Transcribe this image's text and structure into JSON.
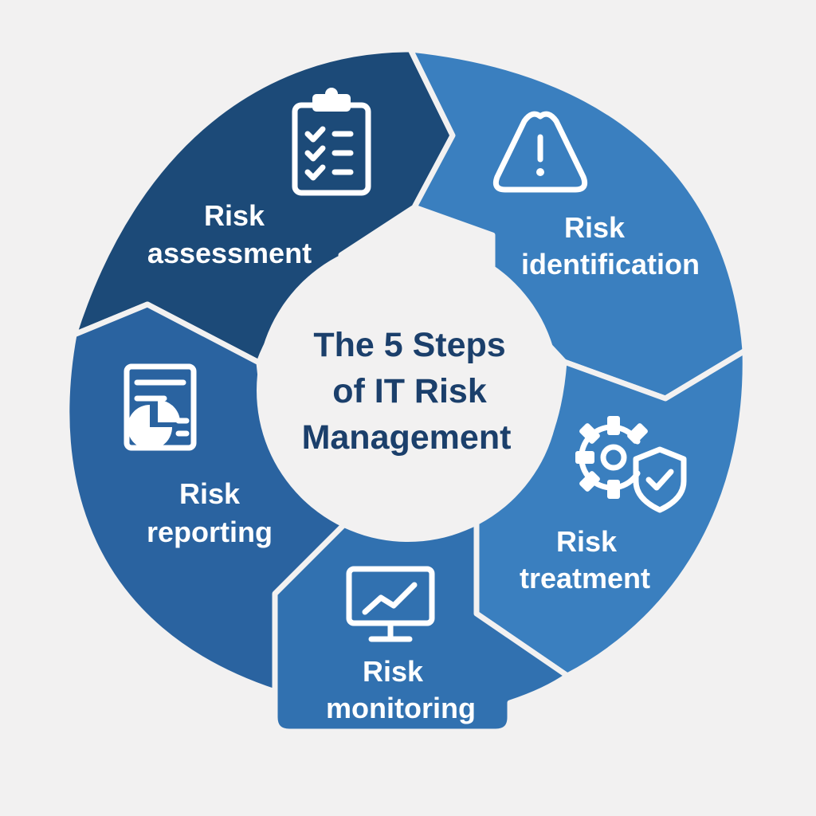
{
  "title": [
    "The 5 Steps",
    "of IT Risk",
    "Management"
  ],
  "colors": {
    "background": "#f2f1f1",
    "assessment": "#1c4a78",
    "identification": "#3a7fbf",
    "treatment": "#3a7fbf",
    "monitoring": "#3171b0",
    "reporting": "#2a63a0",
    "title_text": "#1b3f6b"
  },
  "steps": [
    {
      "id": "assessment",
      "lines": [
        "Risk",
        "assessment"
      ],
      "icon": "clipboard-checklist-icon"
    },
    {
      "id": "identification",
      "lines": [
        "Risk",
        "identification"
      ],
      "icon": "warning-triangle-icon"
    },
    {
      "id": "treatment",
      "lines": [
        "Risk",
        "treatment"
      ],
      "icon": "gear-shield-icon"
    },
    {
      "id": "monitoring",
      "lines": [
        "Risk",
        "monitoring"
      ],
      "icon": "monitor-chart-icon"
    },
    {
      "id": "reporting",
      "lines": [
        "Risk",
        "reporting"
      ],
      "icon": "report-document-icon"
    }
  ]
}
